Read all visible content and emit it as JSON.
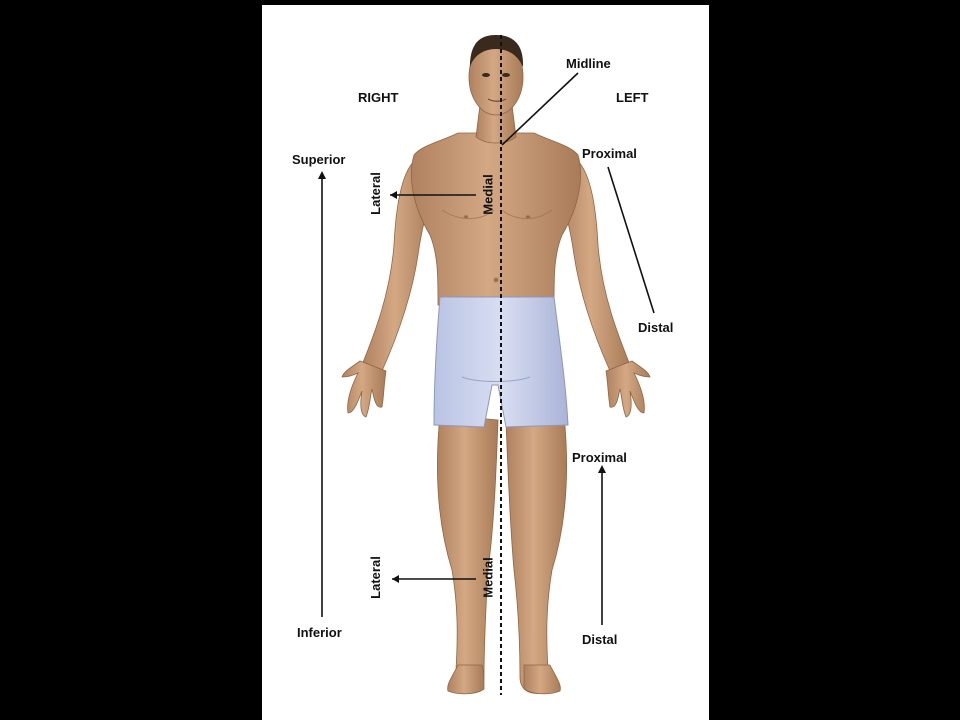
{
  "colors": {
    "background": "#000000",
    "panel": "#ffffff",
    "skin": "#c79a74",
    "skin_shadow": "#a87a56",
    "hair": "#3a2a1e",
    "shorts": "#c9d2ec",
    "shorts_shadow": "#a9b4d6",
    "lines": "#111111"
  },
  "labels": {
    "midline": "Midline",
    "right": "RIGHT",
    "left": "LEFT",
    "superior": "Superior",
    "inferior": "Inferior",
    "lateral_upper": "Lateral",
    "medial_upper": "Medial",
    "lateral_lower": "Lateral",
    "medial_lower": "Medial",
    "proximal_arm": "Proximal",
    "distal_arm": "Distal",
    "proximal_leg": "Proximal",
    "distal_leg": "Distal"
  },
  "figure": {
    "icon": "anatomical-position-human-figure-icon"
  }
}
